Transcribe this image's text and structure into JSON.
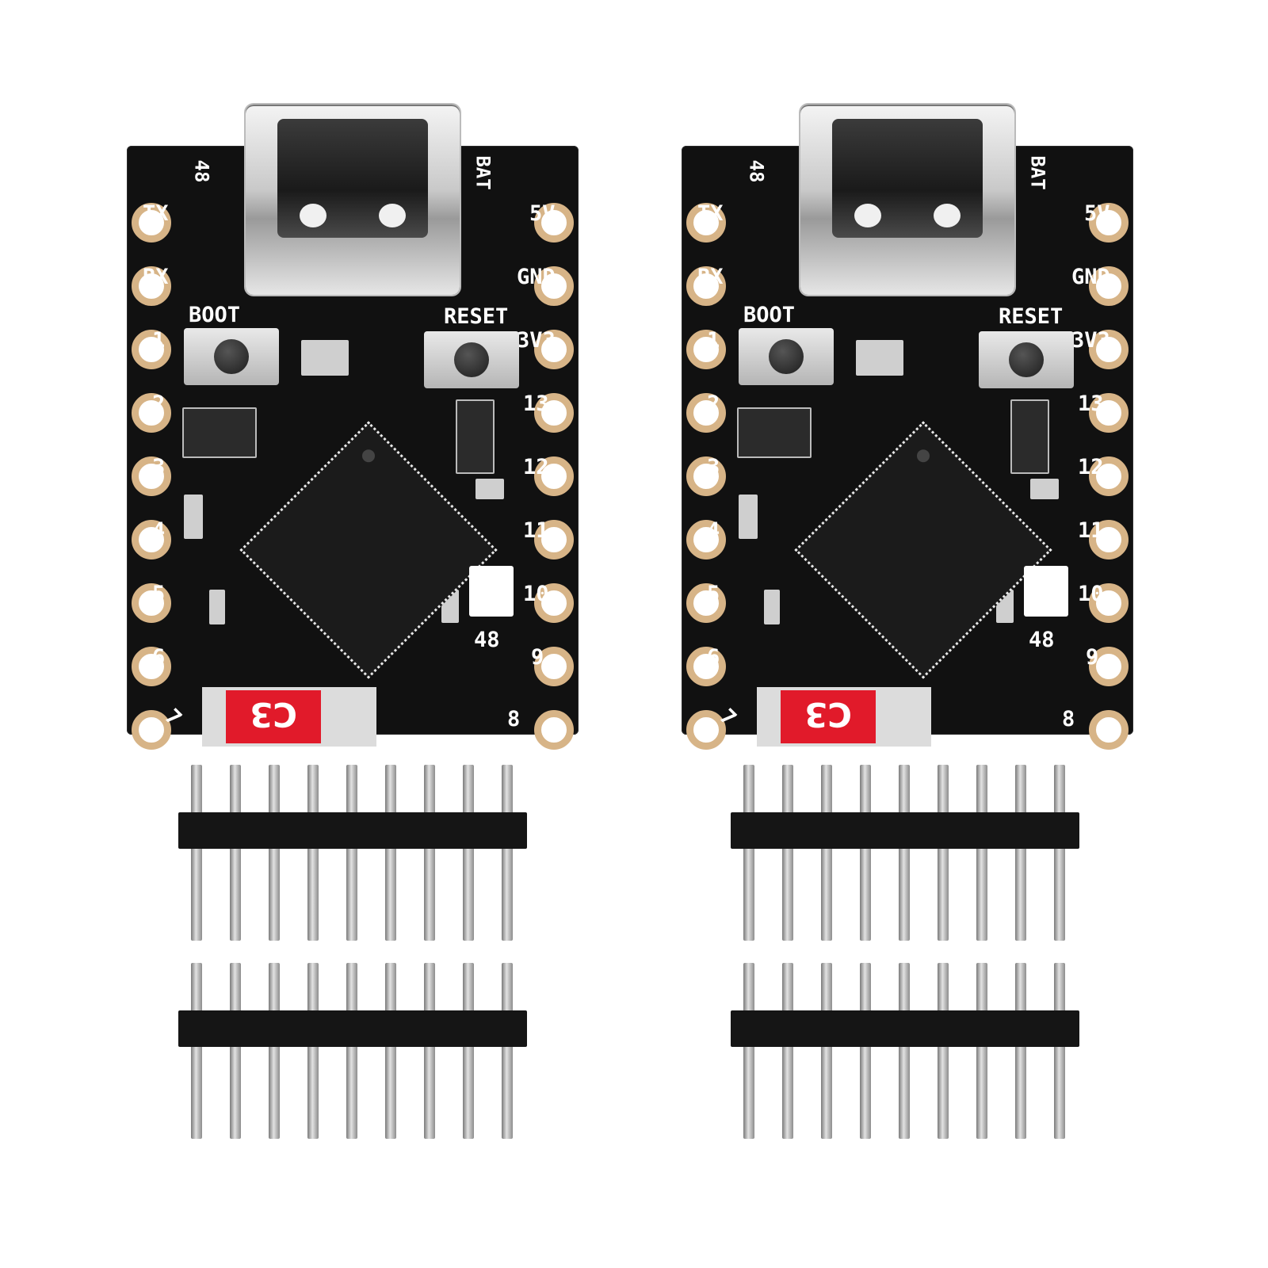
{
  "boards": [
    {
      "id": "left",
      "left_pins": [
        "TX",
        "RX",
        "1",
        "2",
        "3",
        "4",
        "5",
        "6",
        "7"
      ],
      "right_pins": [
        "5V",
        "GND",
        "3V3",
        "13",
        "12",
        "11",
        "10",
        "9",
        "8"
      ],
      "top_labels": {
        "led_top_left": "48",
        "battery": "BAT"
      },
      "boot_label": "BOOT",
      "reset_label": "RESET",
      "led_bottom_label": "48",
      "badge": "C3"
    },
    {
      "id": "right",
      "left_pins": [
        "TX",
        "RX",
        "1",
        "2",
        "3",
        "4",
        "5",
        "6",
        "7"
      ],
      "right_pins": [
        "5V",
        "GND",
        "3V3",
        "13",
        "12",
        "11",
        "10",
        "9",
        "8"
      ],
      "top_labels": {
        "led_top_left": "48",
        "battery": "BAT"
      },
      "boot_label": "BOOT",
      "reset_label": "RESET",
      "led_bottom_label": "48",
      "badge": "C3"
    }
  ],
  "headers": [
    {
      "id": "hdr-l1",
      "pins": 9
    },
    {
      "id": "hdr-l2",
      "pins": 9
    },
    {
      "id": "hdr-r1",
      "pins": 9
    },
    {
      "id": "hdr-r2",
      "pins": 9
    }
  ],
  "colors": {
    "pcb": "#111111",
    "pad_gold": "#d7b487",
    "badge_red": "#e11a2a"
  }
}
